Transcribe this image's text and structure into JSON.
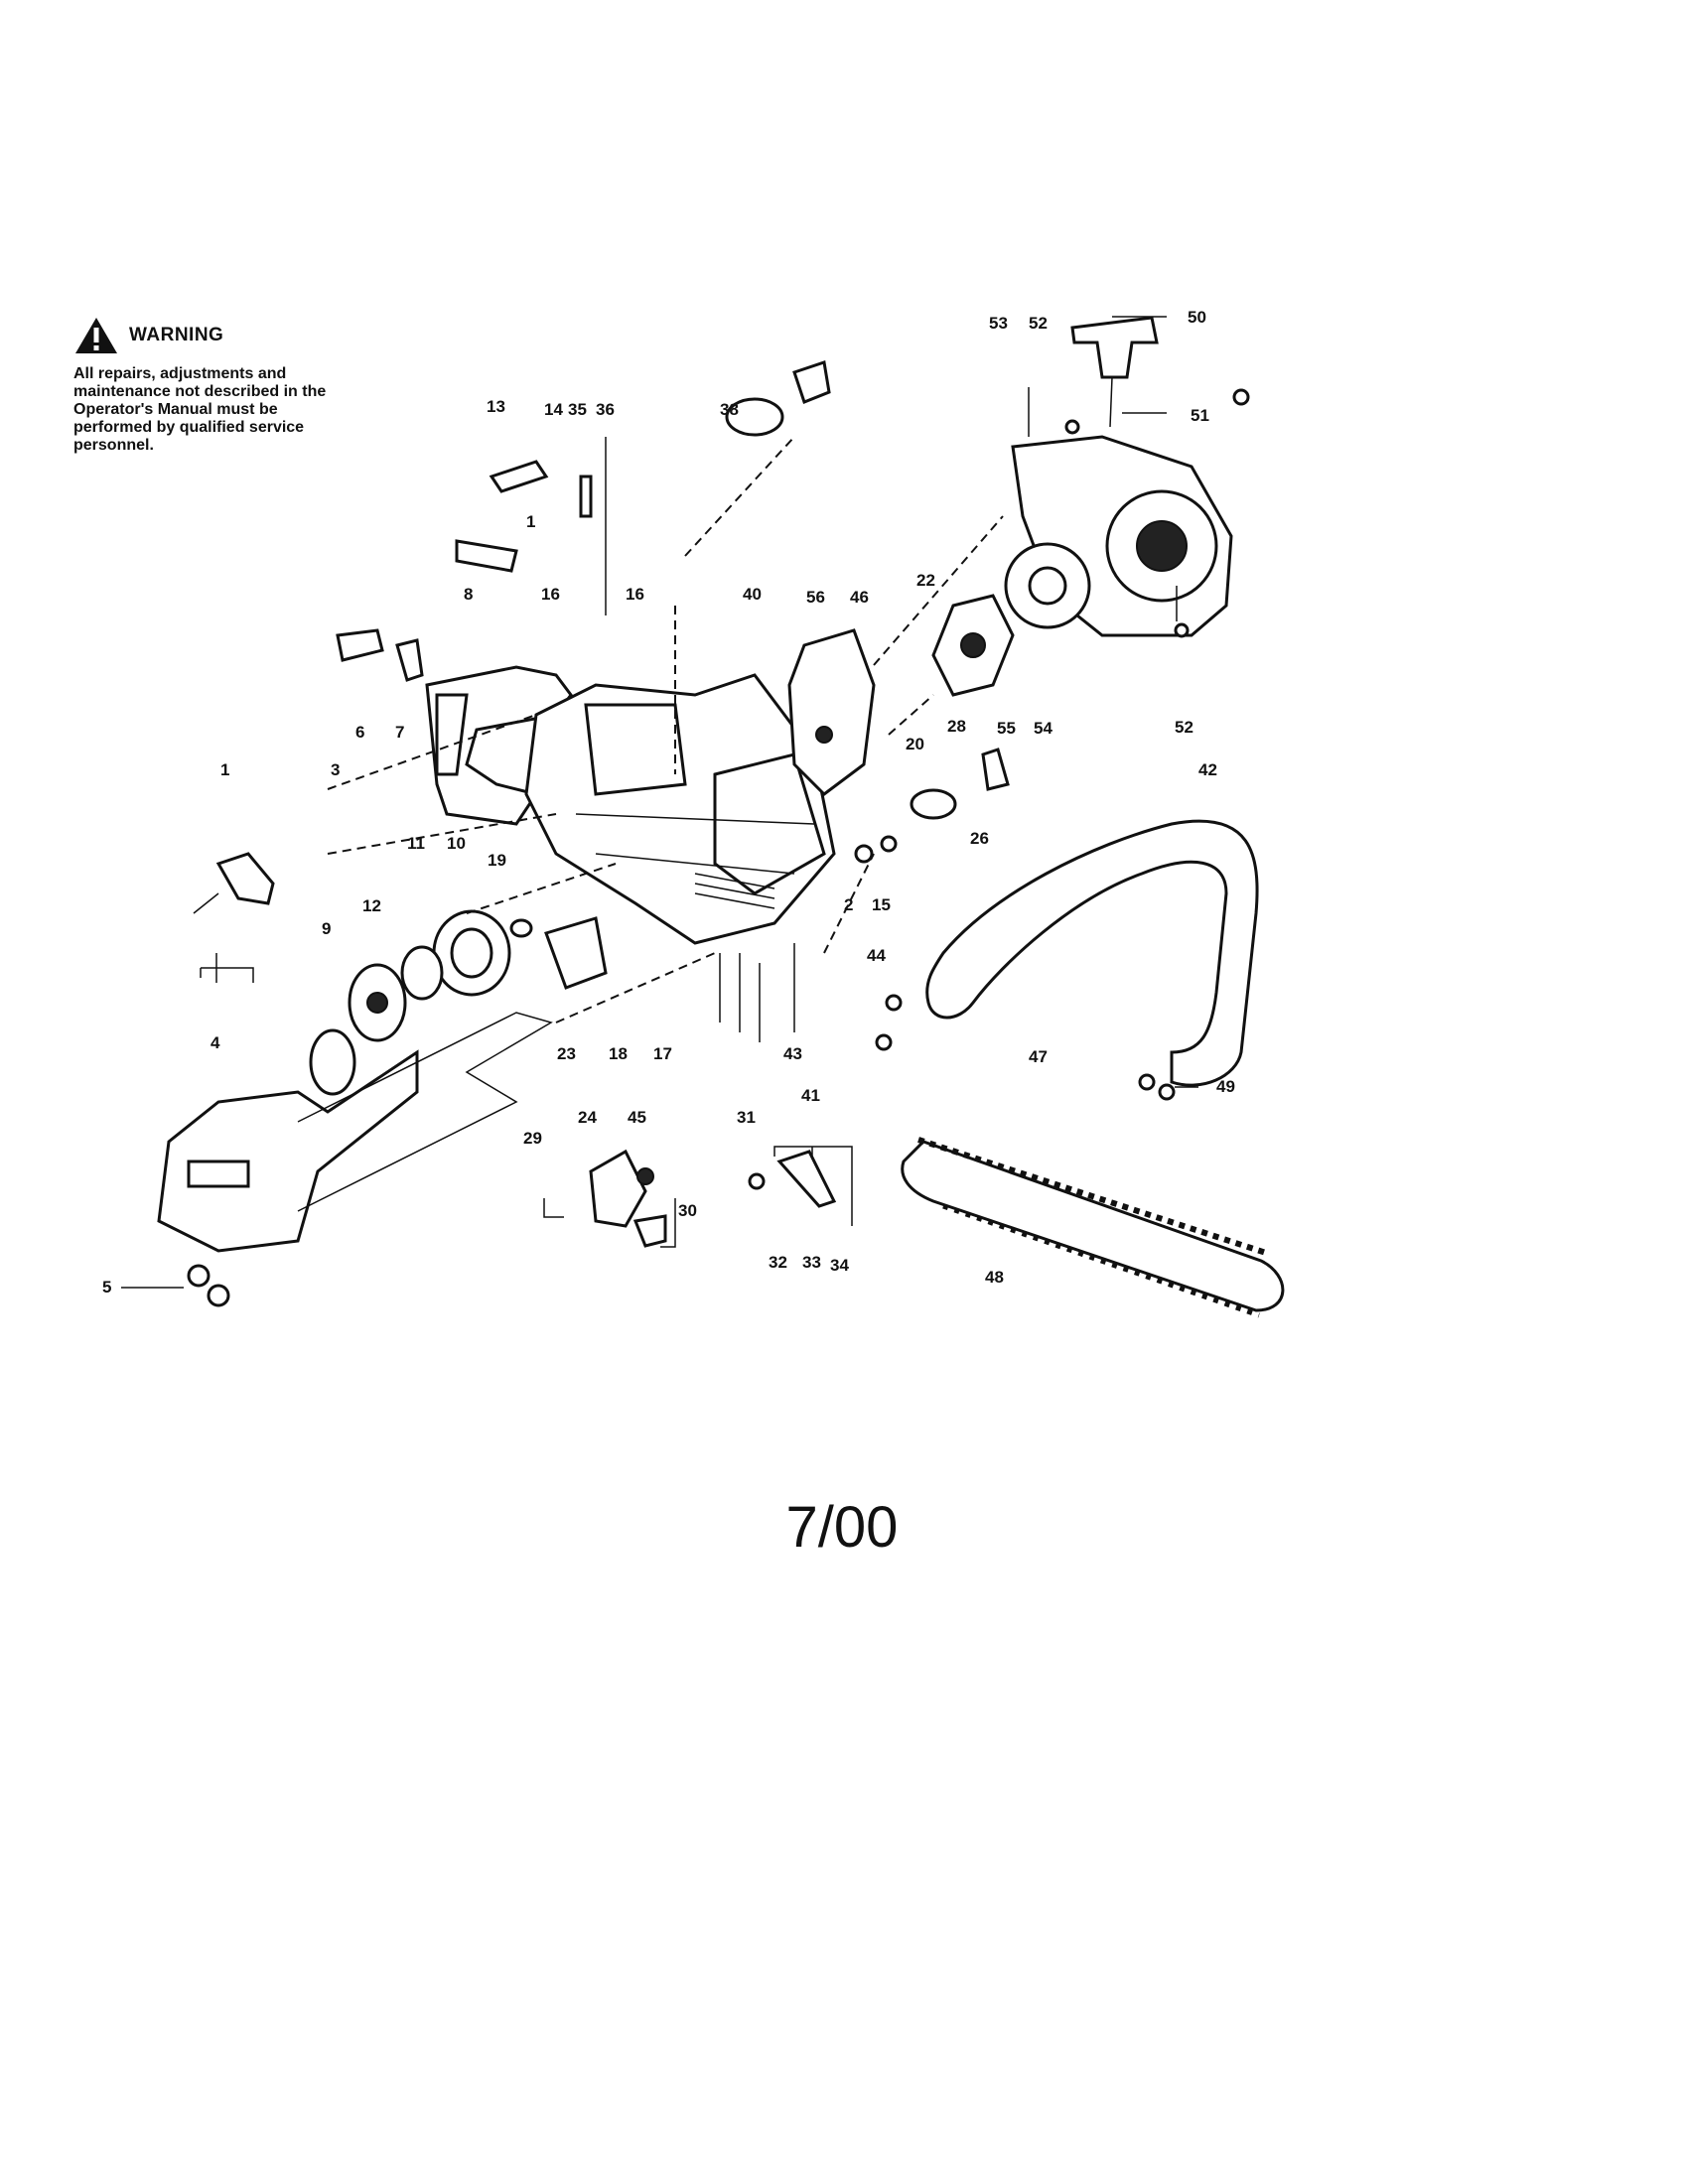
{
  "warning": {
    "heading": "WARNING",
    "body": "All repairs, adjustments and maintenance not described in the Operator's Manual must be performed by qualified service personnel."
  },
  "part_labels": [
    "1",
    "2",
    "3",
    "4",
    "5",
    "6",
    "7",
    "8",
    "9",
    "10",
    "11",
    "12",
    "13",
    "14",
    "15",
    "16",
    "17",
    "18",
    "19",
    "20",
    "22",
    "23",
    "24",
    "26",
    "28",
    "29",
    "30",
    "31",
    "32",
    "33",
    "34",
    "35",
    "36",
    "38",
    "40",
    "41",
    "42",
    "43",
    "44",
    "45",
    "46",
    "47",
    "48",
    "49",
    "50",
    "51",
    "52",
    "53",
    "54",
    "55",
    "56"
  ],
  "date_code": "7/00"
}
